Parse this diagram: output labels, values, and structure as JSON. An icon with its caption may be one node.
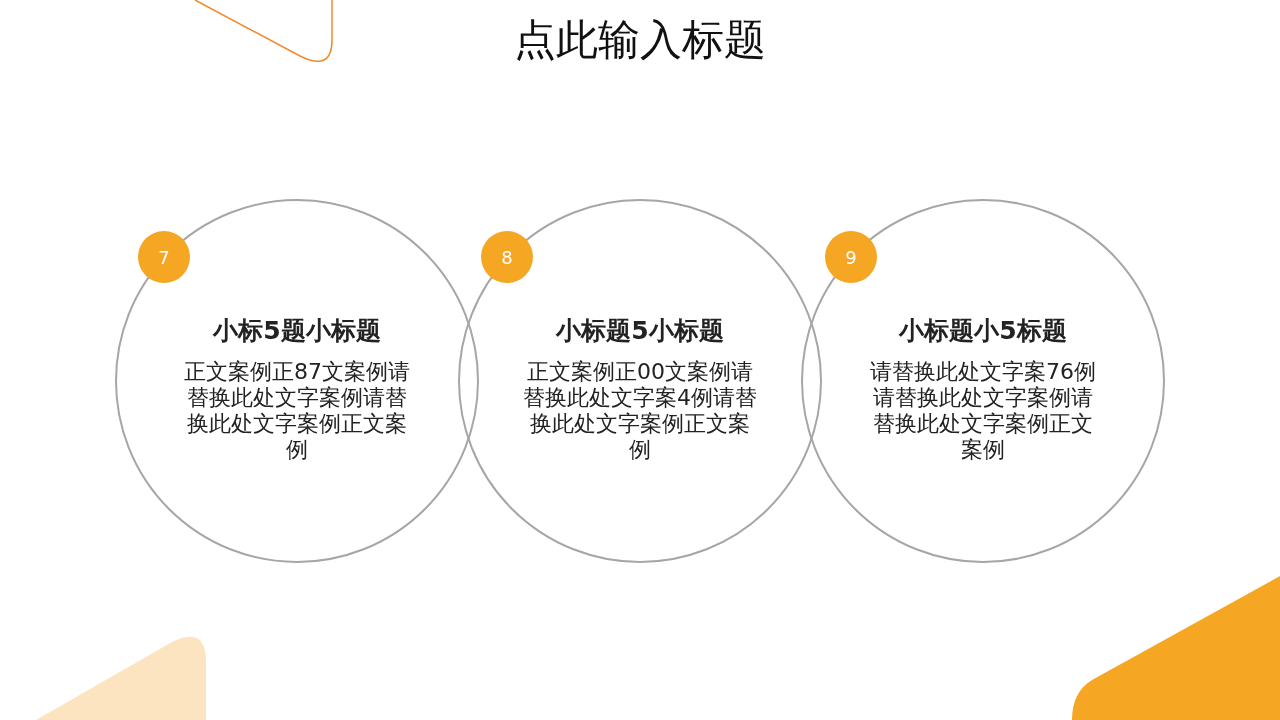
{
  "diagram": {
    "title": "点此输入标题",
    "nodes": [
      {
        "text": [
          "小标5题小标题",
          "正文案例正87文案例请替换此处文字案例请替换此处文字案例正文案例"
        ]
      },
      {
        "text": [
          "7"
        ],
        "in": 0
      },
      {
        "text": [
          "小标题5小标题",
          "正文案例正00文案例请替换此处文字案4例请替换此处文字案例正文案例"
        ]
      },
      {
        "text": [
          "8"
        ],
        "in": 2
      },
      {
        "text": [
          "小标题小5标题",
          "请替换此处文字案76例请替换此处文字案例请替换此处文字案例正文案例"
        ]
      },
      {
        "text": [
          "9"
        ],
        "in": 4
      }
    ]
  }
}
